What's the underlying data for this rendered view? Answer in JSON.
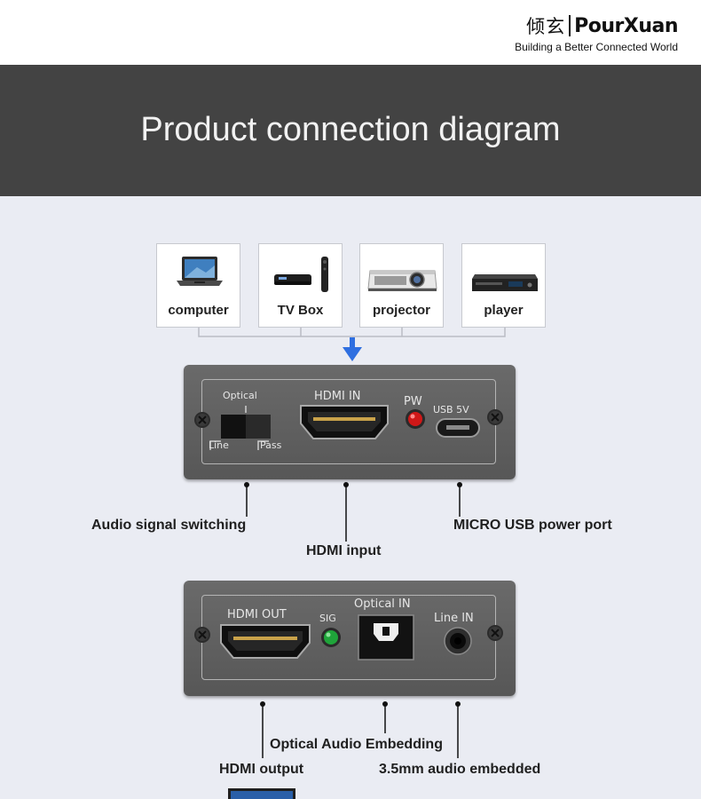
{
  "brand": {
    "logo_cn": "倾玄",
    "logo_en": "PourXuan",
    "tagline": "Building a Better Connected World"
  },
  "page_title": "Product connection diagram",
  "sources": [
    {
      "label": "computer",
      "icon": "laptop-icon"
    },
    {
      "label": "TV Box",
      "icon": "tv-box-icon"
    },
    {
      "label": "projector",
      "icon": "projector-icon"
    },
    {
      "label": "player",
      "icon": "dvd-player-icon"
    }
  ],
  "front_panel": {
    "optical_label": "Optical",
    "line_label": "Line",
    "pass_label": "Pass",
    "hdmi_in_label": "HDMI IN",
    "pw_label": "PW",
    "usb_label": "USB 5V"
  },
  "front_callouts": {
    "switch": "Audio signal switching",
    "hdmi_in": "HDMI input",
    "usb": "MICRO USB power port"
  },
  "rear_panel": {
    "hdmi_out_label": "HDMI OUT",
    "sig_label": "SIG",
    "optical_in_label": "Optical IN",
    "line_in_label": "Line IN"
  },
  "rear_callouts": {
    "optical": "Optical Audio Embedding",
    "hdmi_out": "HDMI output",
    "audio": "3.5mm audio embedded"
  },
  "colors": {
    "title_band": "#434343",
    "arrow": "#2f6fe0",
    "pw_led": "#d01818",
    "sig_led": "#1fa53a",
    "panel": "#606060"
  }
}
